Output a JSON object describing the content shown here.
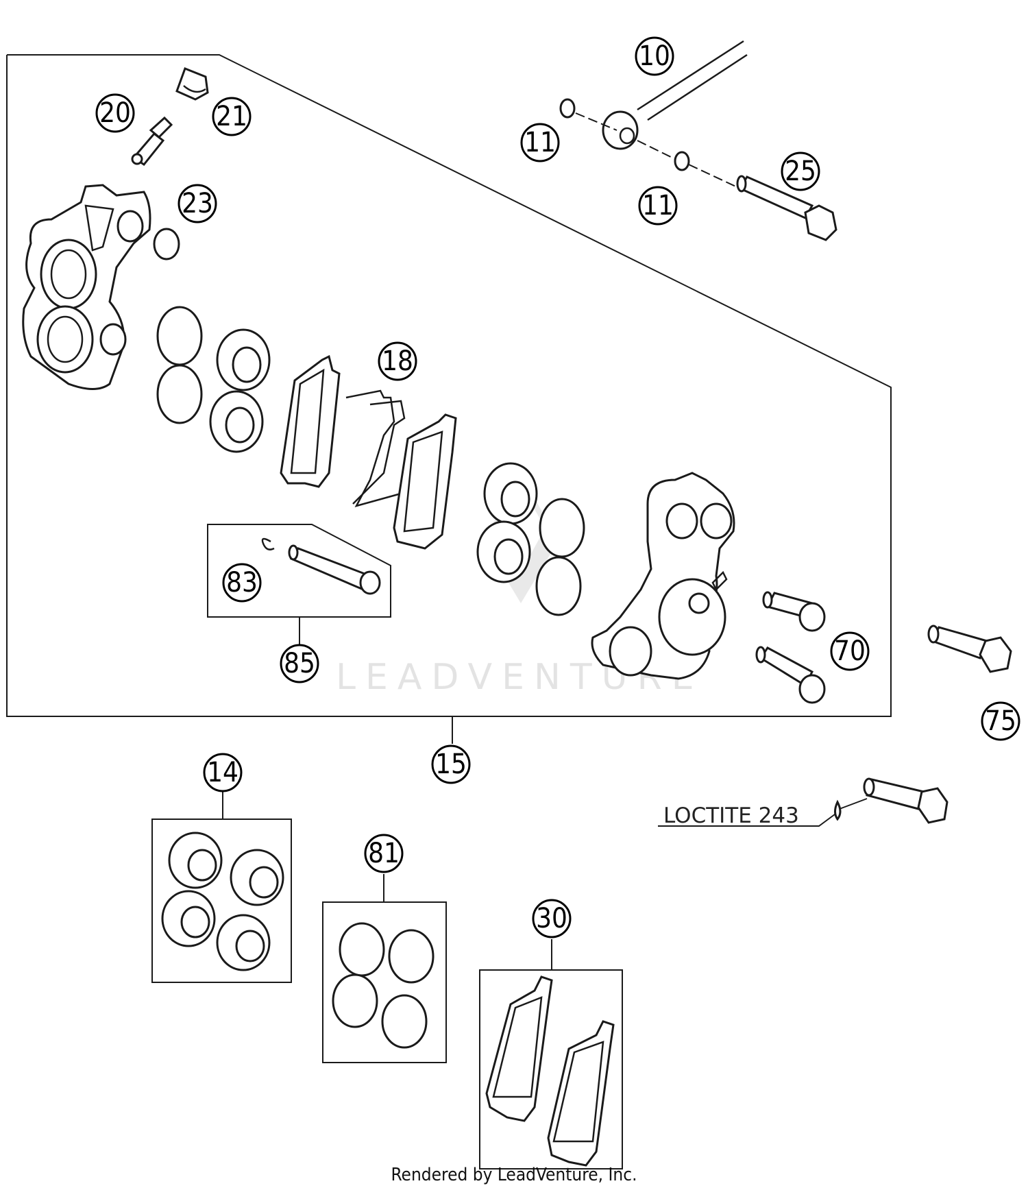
{
  "callouts": {
    "c10": "10",
    "c11a": "11",
    "c11b": "11",
    "c14": "14",
    "c15": "15",
    "c18": "18",
    "c20": "20",
    "c21": "21",
    "c23": "23",
    "c25": "25",
    "c30": "30",
    "c70": "70",
    "c75": "75",
    "c81": "81",
    "c83": "83",
    "c85": "85"
  },
  "note": "LOCTITE 243",
  "watermark": "LEADVENTURE",
  "footer": "Rendered by LeadVenture, Inc."
}
